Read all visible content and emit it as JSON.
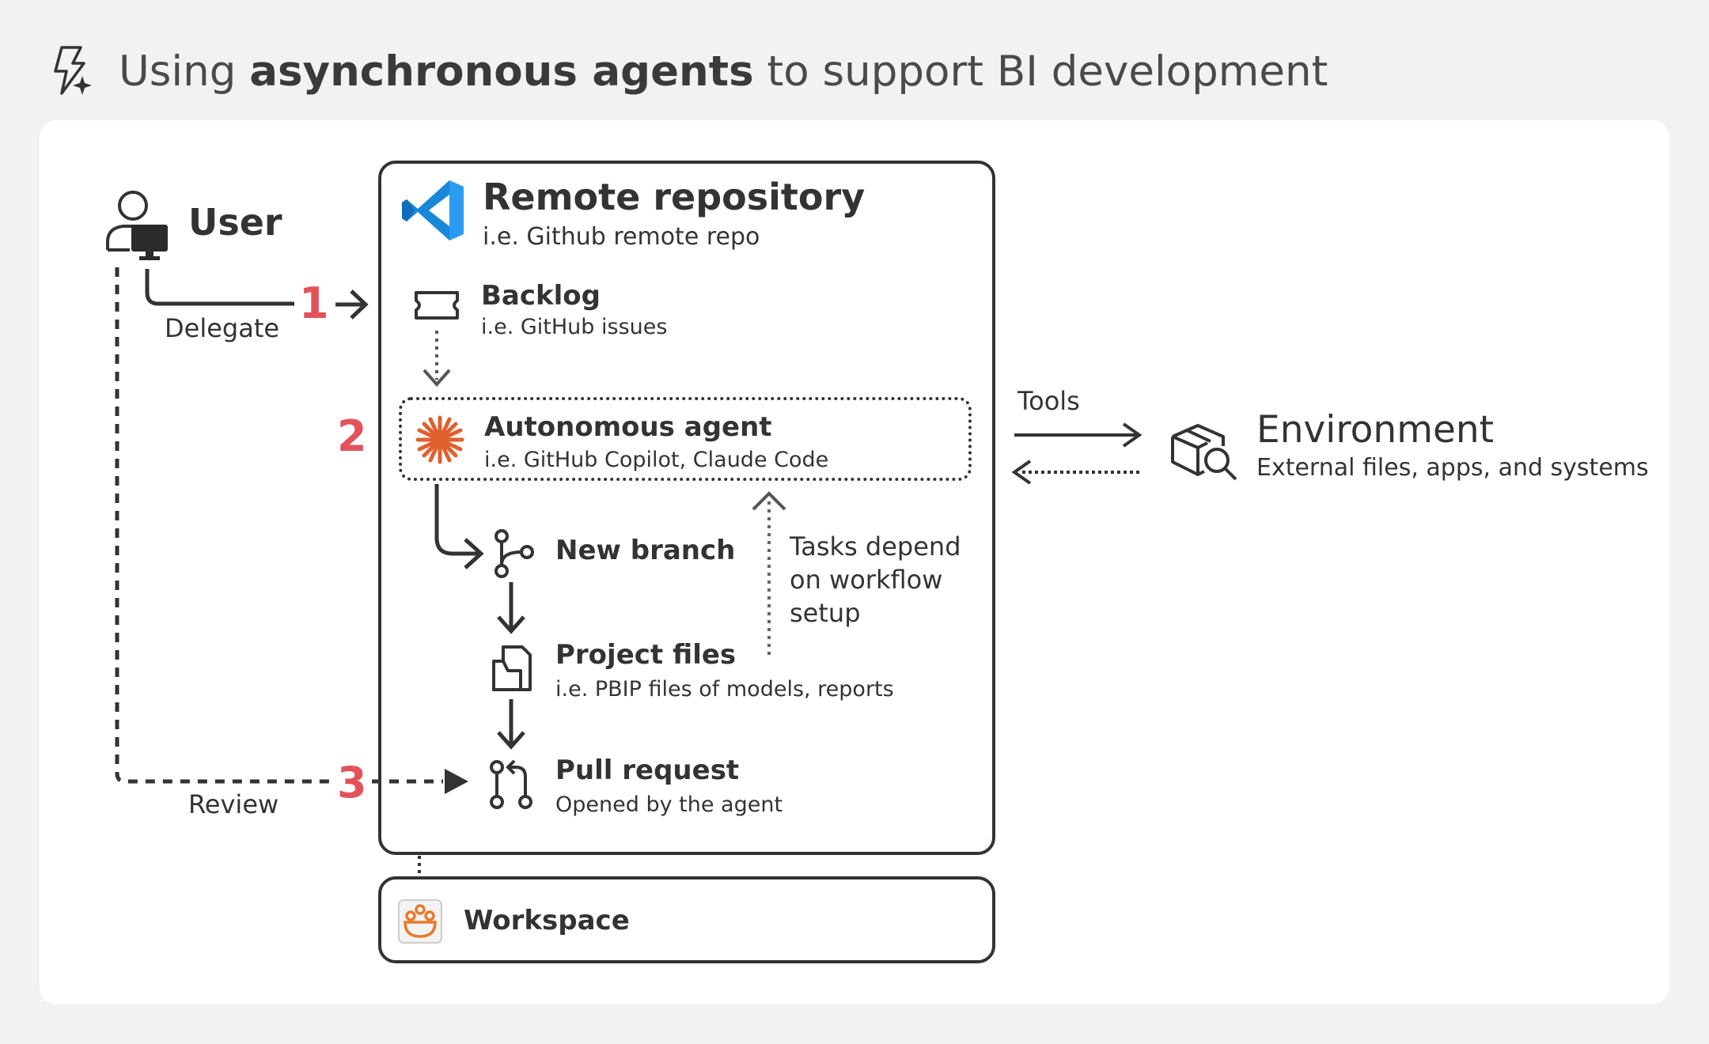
{
  "header": {
    "title_prefix": "Using ",
    "title_bold": "asynchronous agents",
    "title_suffix": " to support BI development",
    "icon": "sparkle-lightning-icon"
  },
  "user": {
    "label": "User",
    "icon": "user-monitor-icon"
  },
  "repository": {
    "title": "Remote repository",
    "subtitle": "i.e. Github remote repo",
    "icon": "vscode-logo-icon"
  },
  "backlog": {
    "title": "Backlog",
    "subtitle": "i.e. GitHub issues",
    "icon": "ticket-icon"
  },
  "agent": {
    "title": "Autonomous agent",
    "subtitle": "i.e. GitHub Copilot, Claude Code",
    "icon": "claude-starburst-icon"
  },
  "branch": {
    "title": "New branch",
    "icon": "git-branch-icon"
  },
  "files": {
    "title": "Project files",
    "subtitle": "i.e. PBIP files of models, reports",
    "icon": "folder-file-icon"
  },
  "pull_request": {
    "title": "Pull request",
    "subtitle": "Opened by the agent",
    "icon": "git-pull-request-icon"
  },
  "tasks_note": {
    "line1": "Tasks depend",
    "line2": "on workflow",
    "line3": "setup"
  },
  "environment": {
    "title": "Environment",
    "subtitle": "External files, apps, and systems",
    "icon": "box-search-icon"
  },
  "tools_label": "Tools",
  "workspace": {
    "label": "Workspace",
    "icon": "fabric-workspace-icon"
  },
  "steps": {
    "one": "1",
    "one_label": "Delegate",
    "two": "2",
    "three": "3",
    "three_label": "Review"
  },
  "colors": {
    "step": "#e3525b",
    "vscode": "#1a88d8",
    "agent": "#e0602e",
    "workspace": "#e87a2e"
  }
}
